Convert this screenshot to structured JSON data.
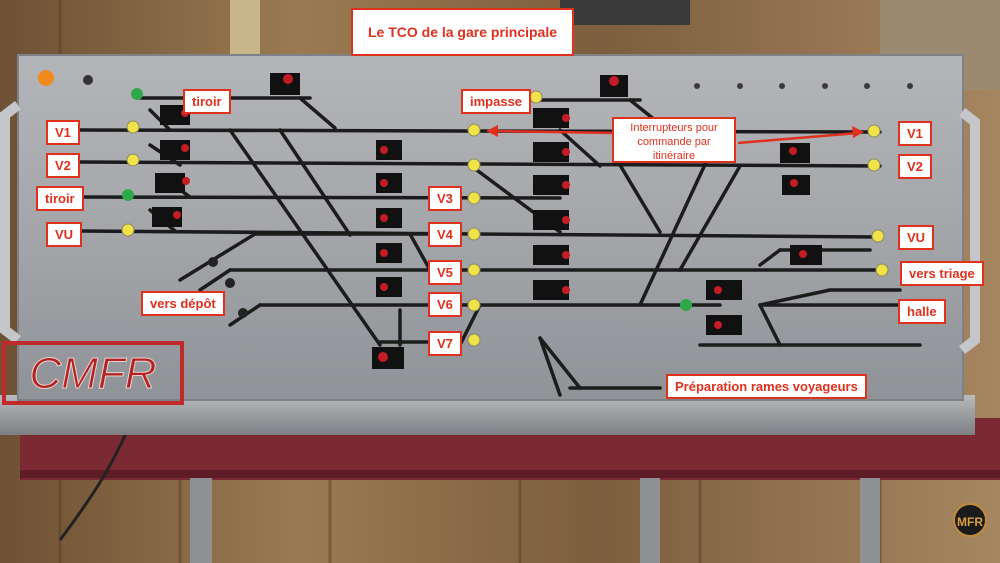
{
  "title": "Le TCO de la gare principale",
  "note": "Interrupteurs pour commande par itinéraire",
  "logo": "CMFR",
  "corner_logo": "MFR",
  "labels_left": [
    "V1",
    "V2",
    "tiroir",
    "VU"
  ],
  "labels_top": [
    "tiroir",
    "impasse"
  ],
  "labels_mid": [
    "V3",
    "V4",
    "V5",
    "V6",
    "V7"
  ],
  "labels_right": [
    "V1",
    "V2",
    "VU",
    "vers triage",
    "halle"
  ],
  "label_depot": "vers dépôt",
  "label_bottom": "Préparation rames voyageurs",
  "colors": {
    "label_red": "#e0301e",
    "panel": "#a9abae",
    "track": "#1c1c1c",
    "table": "#7b2a34",
    "floor": "#8a6a45"
  }
}
